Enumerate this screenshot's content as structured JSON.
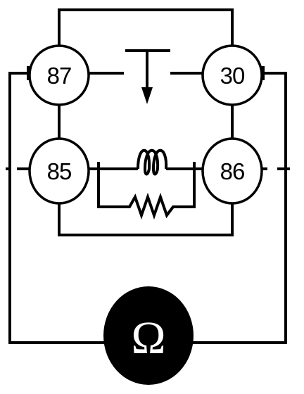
{
  "terminals": {
    "t87": "87",
    "t30": "30",
    "t85": "85",
    "t86": "86"
  },
  "meter": {
    "symbol": "Ω"
  },
  "colors": {
    "ink": "#000000",
    "paper": "#ffffff"
  }
}
